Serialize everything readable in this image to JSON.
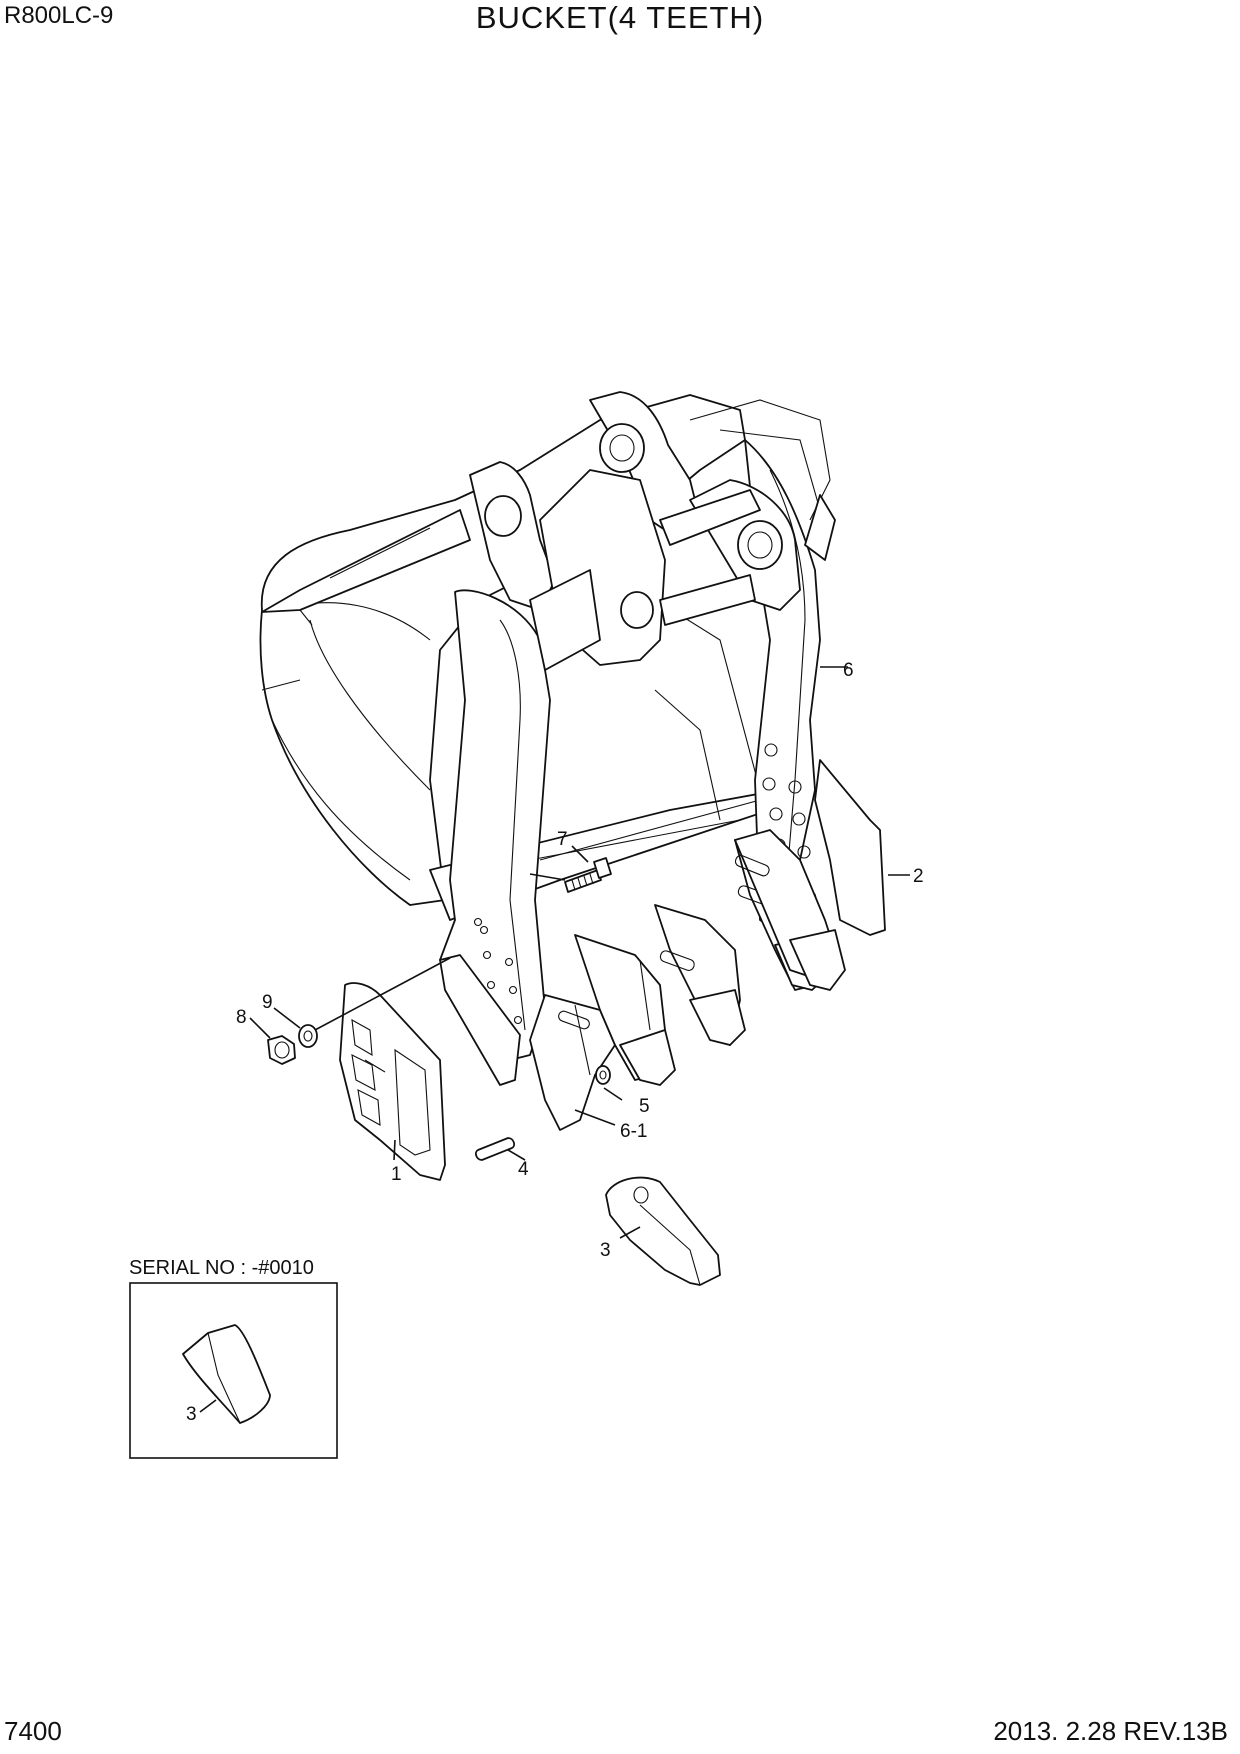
{
  "header": {
    "model": "R800LC-9",
    "title": "BUCKET(4 TEETH)"
  },
  "footer": {
    "page_number": "7400",
    "revision": "2013. 2.28  REV.13B"
  },
  "callouts": {
    "c1": "1",
    "c2": "2",
    "c3": "3",
    "c4": "4",
    "c5": "5",
    "c6": "6",
    "c6_1": "6-1",
    "c7": "7",
    "c8": "8",
    "c9": "9",
    "c3_inset": "3"
  },
  "inset": {
    "label": "SERIAL NO : -#0010"
  }
}
